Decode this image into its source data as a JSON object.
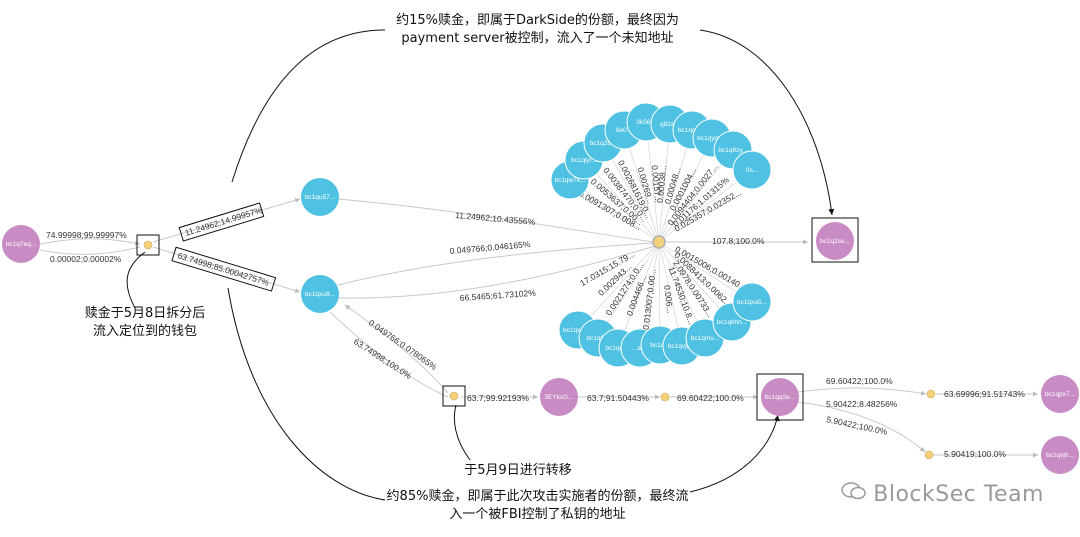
{
  "annotations": {
    "top": "约15%赎金，即属于DarkSide的份额，最终因为payment server被控制，流入了一个未知地址",
    "left": "赎金于5月8日拆分后流入定位到的钱包",
    "mid": "于5月9日进行转移",
    "bottom": "约85%赎金，即属于此次攻击实施者的份额，最终流入一个被FBI控制了私钥的地址"
  },
  "nodes": {
    "source": "bc1q7eq...",
    "q57": "bc1qu57...",
    "qxu": "bc1qxu8...",
    "hub_target": "bc1q2se...",
    "n3EY": "3EYkxG...",
    "q2e": "bc1qq2e...",
    "qpx": "bc1qpx7...",
    "qvjh": "bc1qvjh...",
    "top_cluster": [
      "bc1qw7k...",
      "bc1qlyr...",
      "bc1q26...",
      "8e0...",
      "3k56...",
      "q82a...",
      "bc1qqyr...",
      "bc1qyqz...",
      "bc1q6zy...",
      "0s..."
    ],
    "bottom_cluster": [
      "bc1qxa5...",
      "bc1q6...",
      "bc1qr2...",
      "...ar...",
      "bc1q...",
      "bc1qvjw...",
      "bc1qmu...",
      "bc1qkhn..."
    ]
  },
  "edges": {
    "src_split": "74.99998;99.99997%",
    "src_small": "0.00002;0.00002%",
    "split_q57": "11.24962;14.99957%",
    "split_qxu": "63.74998;85.00042757%",
    "q57_hub": "11.24962;10.43556%",
    "qxu_hub_a": "0.049766;0.046165%",
    "qxu_hub_b": "66.5465;61.73102%",
    "hub_target": "107.8;100.0%",
    "mid_qxu_a": "0.049766;0.078065%",
    "mid_qxu_b": "63.74998;100.0%",
    "mid_3ey": "63.7;99.92193%",
    "n3ey_dot": "63.7;91.50443%",
    "dot_q2e": "69.60422;100.0%",
    "q2e_up": "69.60422;100.0%",
    "up_qpx": "63.69996;91.51743%",
    "q2e_down_a": "5.90422;8.48256%",
    "q2e_down_b": "5.90422;100.0%",
    "down_qvjh": "5.90419;100.0%",
    "spokes_top": [
      "0.0091307;0.008...",
      "0.0053637;0.00...",
      "0.00387470;0.0...",
      "0.002681619;0...",
      "0.00269...",
      "0.00157...",
      "0.00038...",
      "0.00048...",
      "0.0001004...",
      "0.0094404;0.0027...",
      "0.01176;1.01315%",
      "0.025357;0.02352..."
    ],
    "spokes_bottom": [
      "0.0015006;0.00140...",
      "0.0088413;0.0062...",
      "2.0978;0.00733...",
      "11.74530;10.8...",
      "0.006...",
      "0.013007;0.00...",
      "0.004466...",
      "0.0021274;0.0...",
      "0.002943...",
      "17.0315;15.79..."
    ]
  },
  "watermark": "BlockSec Team",
  "colors": {
    "blue": "#4fc1e3",
    "pink": "#c98bc4",
    "dot": "#f5d27a",
    "line": "#c9c9c9"
  }
}
